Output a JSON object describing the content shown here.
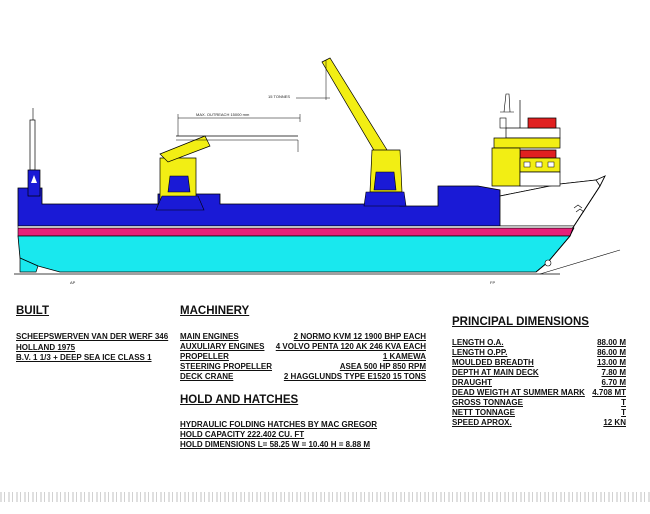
{
  "drawing": {
    "outreach_label": "MAX. OUTREACH 15000 mm",
    "swl_label": "15 TONNES",
    "ref_marks": [
      "AP",
      "FP"
    ]
  },
  "built": {
    "title": "BUILT",
    "lines": [
      "SCHEEPSWERVEN VAN DER WERF 346",
      "HOLLAND 1975",
      "B.V.  1 1/3 +  DEEP SEA ICE CLASS 1"
    ]
  },
  "machinery": {
    "title": "MACHINERY",
    "rows": [
      {
        "label": "MAIN ENGINES",
        "value": "2  NORMO KVM 12  1900 BHP EACH"
      },
      {
        "label": "AUXULIARY ENGINES",
        "value": "4  VOLVO PENTA 120 AK 246 KVA EACH"
      },
      {
        "label": "PROPELLER",
        "value": "1  KAMEWA"
      },
      {
        "label": "STEERING PROPELLER",
        "value": "ASEA 500 HP  850 RPM"
      },
      {
        "label": "DECK CRANE",
        "value": "2  HAGGLUNDS TYPE E1520  15 TONS"
      }
    ]
  },
  "hold": {
    "title": "HOLD AND HATCHES",
    "lines": [
      "HYDRAULIC FOLDING HATCHES BY MAC GREGOR",
      "HOLD CAPACITY                    222.402 CU. FT",
      "HOLD DIMENSIONS  L= 58.25   W = 10.40   H = 8.88 M"
    ]
  },
  "principal": {
    "title": "PRINCIPAL DIMENSIONS",
    "rows": [
      {
        "label": "LENGTH O.A.",
        "value": "88.00  M"
      },
      {
        "label": "LENGTH O.PP.",
        "value": "86.00  M"
      },
      {
        "label": "MOULDED BREADTH",
        "value": "13.00  M"
      },
      {
        "label": "DEPTH AT MAIN DECK",
        "value": "7.80  M"
      },
      {
        "label": "DRAUGHT",
        "value": "6.70  M"
      },
      {
        "label": "DEAD WEIGTH AT SUMMER MARK",
        "value": "4.708 MT"
      },
      {
        "label": "GROSS TONNAGE",
        "value": "T"
      },
      {
        "label": "NETT TONNAGE",
        "value": "T"
      },
      {
        "label": "SPEED APROX.",
        "value": "12 KN"
      }
    ]
  },
  "colors": {
    "hull_blue": "#1a1ad6",
    "boot_magenta": "#e8207a",
    "underwater_cyan": "#19e8ee",
    "crane_yellow": "#f2ee14",
    "funnel_red": "#e02020"
  }
}
